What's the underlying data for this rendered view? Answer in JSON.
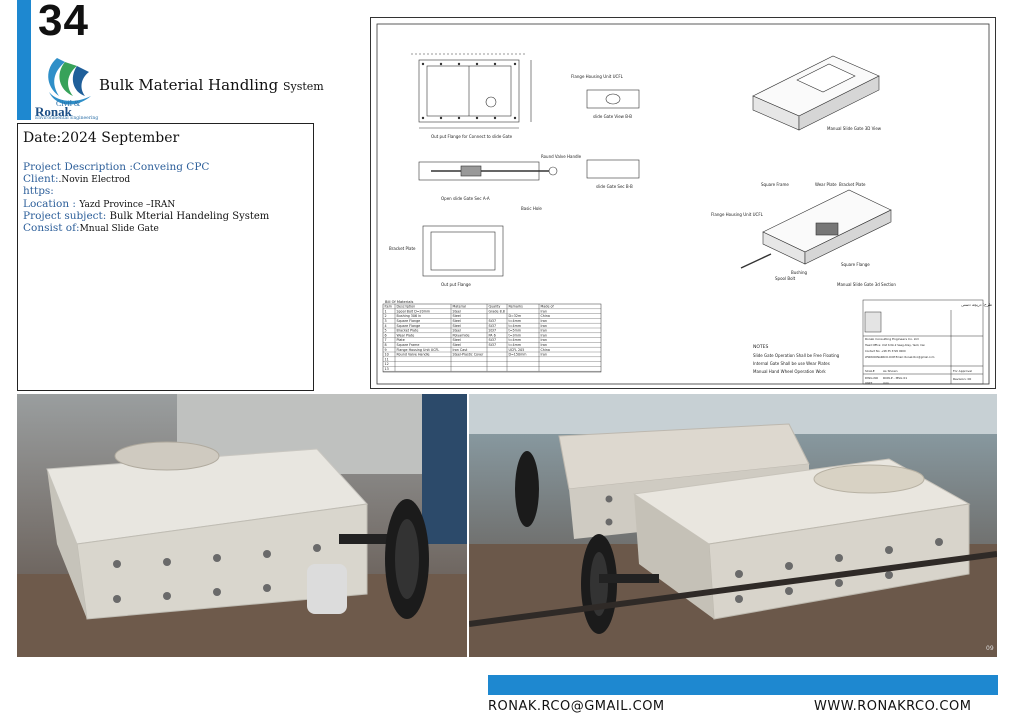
{
  "page_number": "34",
  "logo": {
    "civil": "Civil &",
    "ronak": "Ronak",
    "subtitle": "Environmental Engineering"
  },
  "company_title": {
    "main": "Bulk Material Handling",
    "suffix": "System"
  },
  "info": {
    "date": "Date:2024 September",
    "project_description": {
      "label": "Project Description :",
      "value": "Conveing  CPC"
    },
    "client": {
      "label": "Client:",
      "value": ".Novin Electrod"
    },
    "https": {
      "label": "https:",
      "value": ""
    },
    "location": {
      "label": "Location : ",
      "value": "Yazd Province –IRAN"
    },
    "project_subject": {
      "label": "Project subject: ",
      "value": "Bulk Mterial Handeling System"
    },
    "consist_of": {
      "label": "Consist of:",
      "value": "Mnual Slide Gate"
    }
  },
  "drawing": {
    "labels": {
      "top_plan": "Out put Flange for Connect to slide Gate",
      "top_side": "Out put Flange",
      "open_section": "Open slide Gate Sec A-A",
      "iso_view": "Manual Slide Gate 3D View",
      "iso_section": "Manual Slide Gate 3d Section",
      "flange_unit": "Flange Housing Unit UCFL",
      "round_handle": "Round Valve Handle",
      "gate_view": "slide Gate View B-B",
      "gate_sec": "slide Gate Sec B-B",
      "bracket": "Bracket Plate",
      "square_frame": "Square Frame",
      "wear_plate": "Wear Plate",
      "square_flange": "Square Flange",
      "bushing": "Bushing",
      "spool_bolt": "Spool Bolt",
      "basic_hole": "Basic Hole"
    },
    "notes_title": "NOTES",
    "notes": [
      "Slide Gate Operation Shall be Free Floating",
      "Internal Gate Shall be use Wear Plates",
      "Manual Hand Wheel Operation Work"
    ],
    "bom_title": "Bill Of Materials",
    "bom_headers": [
      "Item",
      "Description",
      "Material",
      "Quality",
      "Remarks",
      "Made of"
    ],
    "bom_rows": [
      [
        "1",
        "Spool Bolt  D=20mm",
        "Steel",
        "Grade 8.8",
        "",
        "Iran"
      ],
      [
        "2",
        "Bushing 306 in",
        "Steel",
        "",
        "D=32m",
        "China"
      ],
      [
        "3",
        "Square Flange",
        "Steel",
        "St37",
        "t=4mm",
        "Iran"
      ],
      [
        "4",
        "Square Flange",
        "Steel",
        "St37",
        "t=4mm",
        "Iran"
      ],
      [
        "5",
        "Bracket Plate",
        "Steel",
        "St37",
        "t=5mm",
        "Iran"
      ],
      [
        "6",
        "Wear Plate",
        "Polyamide",
        "PA 6",
        "t=3mm",
        "Iran"
      ],
      [
        "7",
        "Plate",
        "Steel",
        "St37",
        "t=4mm",
        "Iran"
      ],
      [
        "8",
        "Square Frame",
        "Steel",
        "St37",
        "t=4mm",
        "Iran"
      ],
      [
        "9",
        "Flange Housing Unit UCFL",
        "Iron Cast",
        "",
        "UCFL 205",
        "China"
      ],
      [
        "10",
        "Round Valve Handle",
        "Steel-Plastic Cover",
        "",
        "D=150mm",
        "Iran"
      ],
      [
        "11",
        "",
        "",
        "",
        "",
        ""
      ],
      [
        "12",
        "",
        "",
        "",
        "",
        ""
      ],
      [
        "13",
        "",
        "",
        "",
        "",
        ""
      ]
    ],
    "title_block": {
      "company": "Ronak Consulting Engineers Co. Ltd",
      "address": "Head Office: Unit 6 No.2 Saeg Alley, Yazd, Iran",
      "contact": "Contact No: +98 35 3720 0000",
      "email_line": "WWW.RONAKRCO.COM  Email: Ronak.Rco@gmail.com",
      "persian_title": "طرح: دریچه دستی",
      "scale": "SCALE",
      "scale_value": "As Shown",
      "dwg_no": "DWG.NO",
      "dwg_value": "RON-P - MSG 01",
      "unit": "UNIT",
      "unit_value": "mm",
      "for_approval": "For Approval",
      "revision": "Revision: 00"
    }
  },
  "photo_number": "09",
  "footer": {
    "email": "RONAK.RCO@GMAIL.COM",
    "website": "WWW.RONAKRCO.COM"
  },
  "colors": {
    "accent": "#1e88d0",
    "label_blue": "#2d5f9a"
  }
}
